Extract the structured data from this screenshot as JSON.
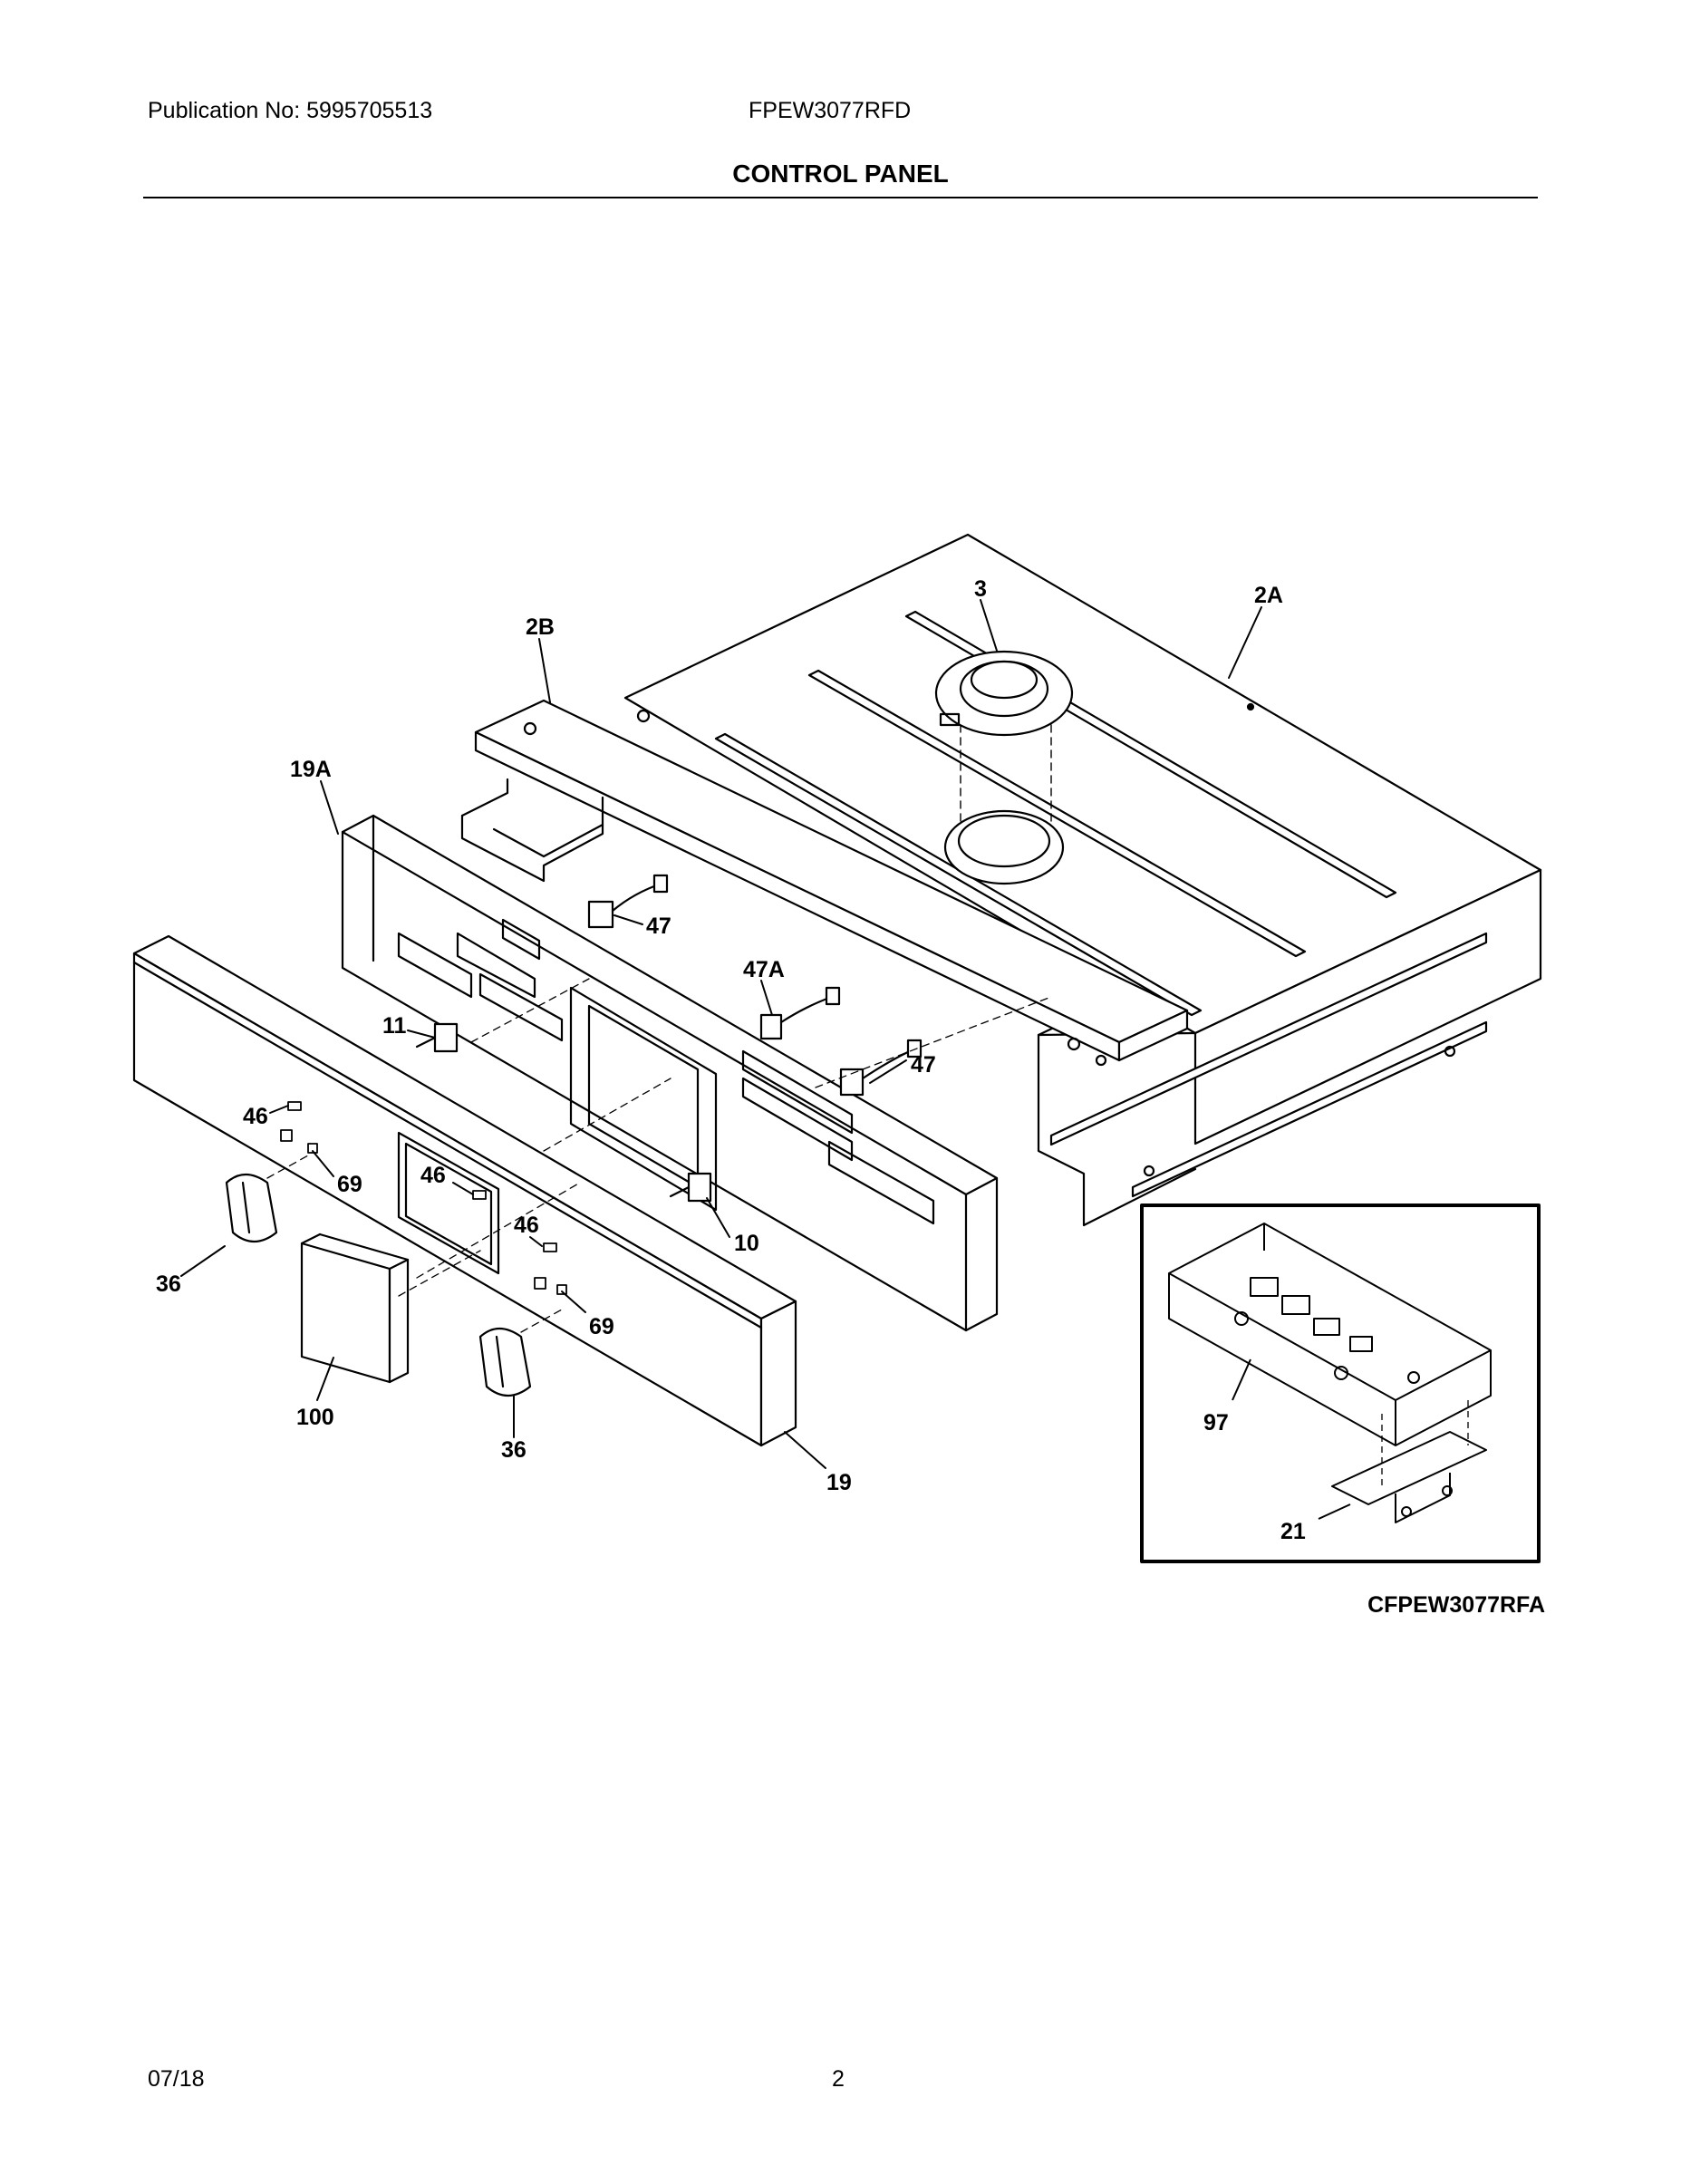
{
  "header": {
    "publication": "Publication No: 5995705513",
    "model": "FPEW3077RFD",
    "title": "CONTROL PANEL"
  },
  "callouts": {
    "c3": "3",
    "c2A": "2A",
    "c2B": "2B",
    "c19A": "19A",
    "c47a": "47",
    "c47A": "47A",
    "c47b": "47",
    "c11": "11",
    "c46a": "46",
    "c46b": "46",
    "c46c": "46",
    "c69a": "69",
    "c69b": "69",
    "c10": "10",
    "c36a": "36",
    "c36b": "36",
    "c100": "100",
    "c19": "19",
    "c97": "97",
    "c21": "21"
  },
  "diagram_code": "CFPEW3077RFA",
  "footer": {
    "date": "07/18",
    "page": "2"
  }
}
